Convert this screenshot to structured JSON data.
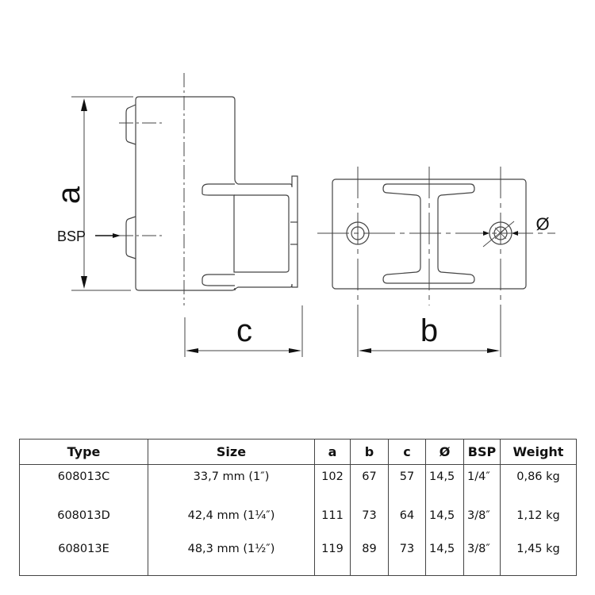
{
  "drawing": {
    "side_view": {
      "dim_a_label": "a",
      "dim_c_label": "c",
      "bsp_label": "BSP"
    },
    "top_view": {
      "dim_b_label": "b",
      "diameter_label": "Ø"
    }
  },
  "table": {
    "headers": [
      "Type",
      "Size",
      "a",
      "b",
      "c",
      "Ø",
      "BSP",
      "Weight"
    ],
    "rows": [
      {
        "type": "608013C",
        "size": "33,7 mm (1″)",
        "a": "102",
        "b": "67",
        "c": "57",
        "dia": "14,5",
        "bsp": "1/4″",
        "weight": "0,86 kg"
      },
      {
        "type": "608013D",
        "size": "42,4 mm (1¼″)",
        "a": "111",
        "b": "73",
        "c": "64",
        "dia": "14,5",
        "bsp": "3/8″",
        "weight": "1,12 kg"
      },
      {
        "type": "608013E",
        "size": "48,3 mm (1½″)",
        "a": "119",
        "b": "89",
        "c": "73",
        "dia": "14,5",
        "bsp": "3/8″",
        "weight": "1,45 kg"
      }
    ]
  }
}
